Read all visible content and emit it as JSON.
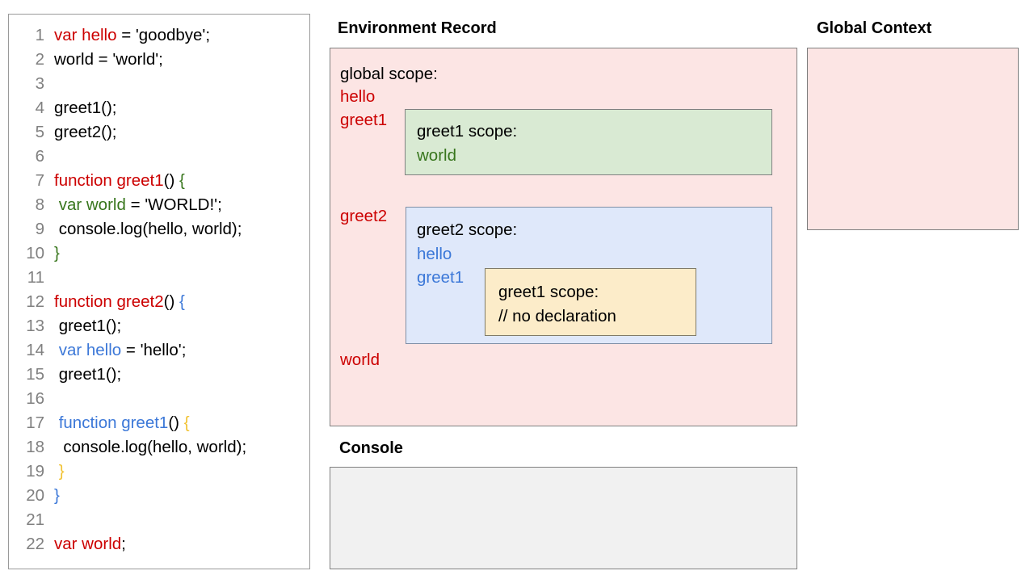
{
  "code_panel": {
    "name": "javascript-source-code",
    "lines": [
      {
        "num": "1",
        "tokens": [
          {
            "t": "var hello",
            "c": "red"
          },
          {
            "t": " = 'goodbye';",
            "c": "black"
          }
        ]
      },
      {
        "num": "2",
        "tokens": [
          {
            "t": "world = 'world';",
            "c": "black"
          }
        ]
      },
      {
        "num": "3",
        "tokens": [
          {
            "t": "",
            "c": "black"
          }
        ]
      },
      {
        "num": "4",
        "tokens": [
          {
            "t": "greet1();",
            "c": "black"
          }
        ]
      },
      {
        "num": "5",
        "tokens": [
          {
            "t": "greet2();",
            "c": "black"
          }
        ]
      },
      {
        "num": "6",
        "tokens": [
          {
            "t": "",
            "c": "black"
          }
        ]
      },
      {
        "num": "7",
        "tokens": [
          {
            "t": "function greet1",
            "c": "red"
          },
          {
            "t": "() ",
            "c": "black"
          },
          {
            "t": "{",
            "c": "green"
          }
        ]
      },
      {
        "num": "8",
        "tokens": [
          {
            "t": " ",
            "c": "black"
          },
          {
            "t": "var world",
            "c": "green"
          },
          {
            "t": " = 'WORLD!';",
            "c": "black"
          }
        ]
      },
      {
        "num": "9",
        "tokens": [
          {
            "t": " console.log(hello, world);",
            "c": "black"
          }
        ]
      },
      {
        "num": "10",
        "tokens": [
          {
            "t": "}",
            "c": "green"
          }
        ]
      },
      {
        "num": "11",
        "tokens": [
          {
            "t": "",
            "c": "black"
          }
        ]
      },
      {
        "num": "12",
        "tokens": [
          {
            "t": "function greet2",
            "c": "red"
          },
          {
            "t": "() ",
            "c": "black"
          },
          {
            "t": "{",
            "c": "blue"
          }
        ]
      },
      {
        "num": "13",
        "tokens": [
          {
            "t": " greet1();",
            "c": "black"
          }
        ]
      },
      {
        "num": "14",
        "tokens": [
          {
            "t": " ",
            "c": "black"
          },
          {
            "t": "var hello",
            "c": "blue"
          },
          {
            "t": " = 'hello';",
            "c": "black"
          }
        ]
      },
      {
        "num": "15",
        "tokens": [
          {
            "t": " greet1();",
            "c": "black"
          }
        ]
      },
      {
        "num": "16",
        "tokens": [
          {
            "t": "",
            "c": "black"
          }
        ]
      },
      {
        "num": "17",
        "tokens": [
          {
            "t": " ",
            "c": "black"
          },
          {
            "t": "function greet1",
            "c": "blue"
          },
          {
            "t": "() ",
            "c": "black"
          },
          {
            "t": "{",
            "c": "amber"
          }
        ]
      },
      {
        "num": "18",
        "tokens": [
          {
            "t": "  console.log(hello, world);",
            "c": "black"
          }
        ]
      },
      {
        "num": "19",
        "tokens": [
          {
            "t": " ",
            "c": "black"
          },
          {
            "t": "}",
            "c": "amber"
          }
        ]
      },
      {
        "num": "20",
        "tokens": [
          {
            "t": "}",
            "c": "blue"
          }
        ]
      },
      {
        "num": "21",
        "tokens": [
          {
            "t": "",
            "c": "black"
          }
        ]
      },
      {
        "num": "22",
        "tokens": [
          {
            "t": "var world",
            "c": "red"
          },
          {
            "t": ";",
            "c": "black"
          }
        ]
      }
    ]
  },
  "environment_record": {
    "title": "Environment Record",
    "global_scope": {
      "label": "global scope:",
      "bindings": [
        "hello",
        "greet1",
        "greet2",
        "world"
      ],
      "binding_hello": "hello",
      "binding_greet1": "greet1",
      "binding_greet2": "greet2",
      "binding_world": "world",
      "color": "#fce5e4",
      "text_color": "#cc0000"
    },
    "greet1_scope": {
      "label": "greet1 scope:",
      "binding_world": "world",
      "color": "#d9ead3",
      "text_color": "#38761d"
    },
    "greet2_scope": {
      "label": "greet2 scope:",
      "binding_hello": "hello",
      "binding_greet1": "greet1",
      "color": "#dfe8fa",
      "text_color": "#3c78d8"
    },
    "greet1_nested_scope": {
      "label": "greet1 scope:",
      "comment": "// no declaration",
      "color": "#fcecc9",
      "text_color": "#000000"
    }
  },
  "global_context": {
    "title": "Global Context",
    "contents": "",
    "color": "#fce5e4"
  },
  "console": {
    "title": "Console",
    "contents": "",
    "color": "#f1f1f1"
  },
  "palette": {
    "red": "#cc0000",
    "green": "#38761d",
    "blue": "#3c78d8",
    "amber": "#f1c232",
    "black": "#000000",
    "line_number": "#808080",
    "border": "#808080"
  }
}
